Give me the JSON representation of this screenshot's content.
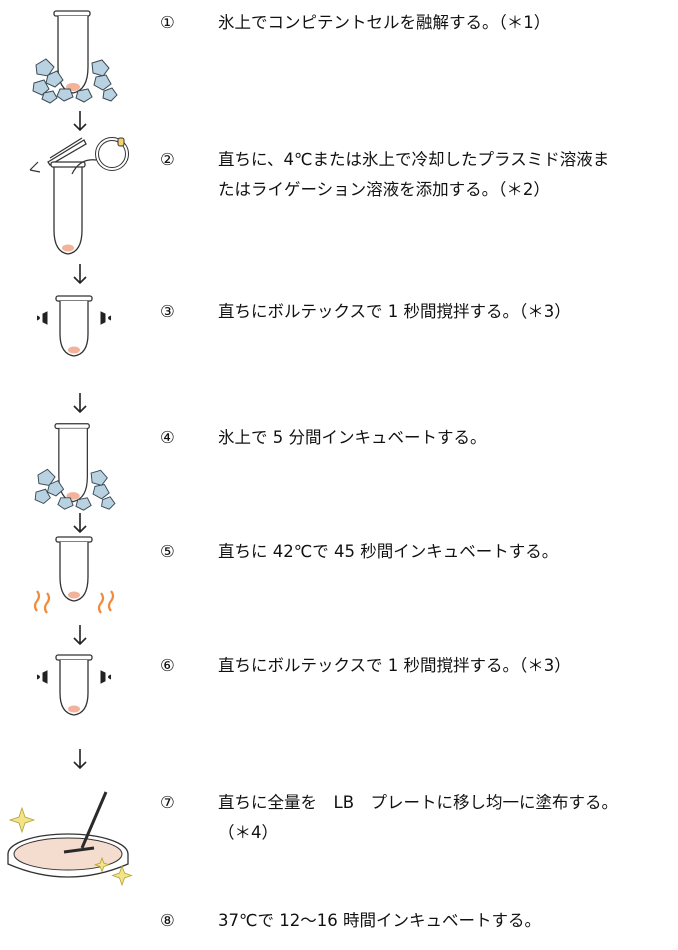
{
  "steps": [
    {
      "num": "①",
      "lines": [
        "氷上でコンピテントセルを融解する。（＊1）"
      ]
    },
    {
      "num": "②",
      "lines": [
        "直ちに、4℃または氷上で冷却したプラスミド溶液ま",
        "たはライゲーション溶液を添加する。（＊2）"
      ]
    },
    {
      "num": "③",
      "lines": [
        "直ちにボルテックスで 1 秒間撹拌する。（＊3）"
      ]
    },
    {
      "num": "④",
      "lines": [
        "氷上で 5 分間インキュベートする。"
      ]
    },
    {
      "num": "⑤",
      "lines": [
        "直ちに 42℃で 45 秒間インキュベートする。"
      ]
    },
    {
      "num": "⑥",
      "lines": [
        "直ちにボルテックスで 1 秒間撹拌する。（＊3）"
      ]
    },
    {
      "num": "⑦",
      "lines": [
        "直ちに全量を　LB　プレートに移し均一に塗布する。",
        "（＊4）"
      ]
    },
    {
      "num": "⑧",
      "lines": [
        "37℃で 12〜16 時間インキュベートする。"
      ]
    }
  ],
  "icons": [
    "tube-on-ice-icon",
    "tube-add-plasmid-icon",
    "vortex-tube-icon",
    "tube-on-ice-icon",
    "heated-tube-icon",
    "vortex-tube-icon",
    "agar-plate-spread-icon"
  ],
  "colors": {
    "text": "#111111",
    "tube_tip": "#f2b39a",
    "heat": "#f08a3c",
    "ice": "#b8d2e2",
    "sparkle": "#e8d36a"
  }
}
